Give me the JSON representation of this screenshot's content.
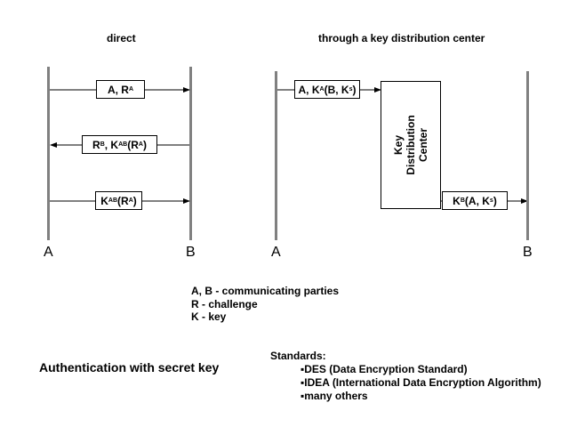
{
  "headings": {
    "direct": "direct",
    "kdc": "through a key distribution center"
  },
  "direct": {
    "msg1": {
      "main": "A, R",
      "sub": "A"
    },
    "msg2": {
      "p1": "R",
      "s1": "B",
      "p2": ", K",
      "s2": "AB",
      "p3": "(R",
      "s3": "A",
      "p4": ")"
    },
    "msg3": {
      "p1": "K",
      "s1": "AB",
      "p2": "(R",
      "s2": "A",
      "p3": ")"
    },
    "party_a": "A",
    "party_b": "B"
  },
  "kdc_flow": {
    "msg1": {
      "p1": "A, K",
      "s1": "A",
      "p2": "(B, K",
      "s2": "s",
      "p3": ")"
    },
    "msg2": {
      "p1": "K",
      "s1": "B",
      "p2": "(A, K",
      "s2": "s",
      "p3": ")"
    },
    "kdc_line1": "Key",
    "kdc_line2": "Distribution",
    "kdc_line3": "Center",
    "party_a": "A",
    "party_b": "B"
  },
  "legend": {
    "line1": "A, B - communicating parties",
    "line2": "R - challenge",
    "line3": "K - key"
  },
  "caption": "Authentication with secret key",
  "standards": {
    "title": "Standards:",
    "items": [
      "▪DES (Data Encryption Standard)",
      "▪IDEA (International Data Encryption Algorithm)",
      "▪many others"
    ]
  }
}
